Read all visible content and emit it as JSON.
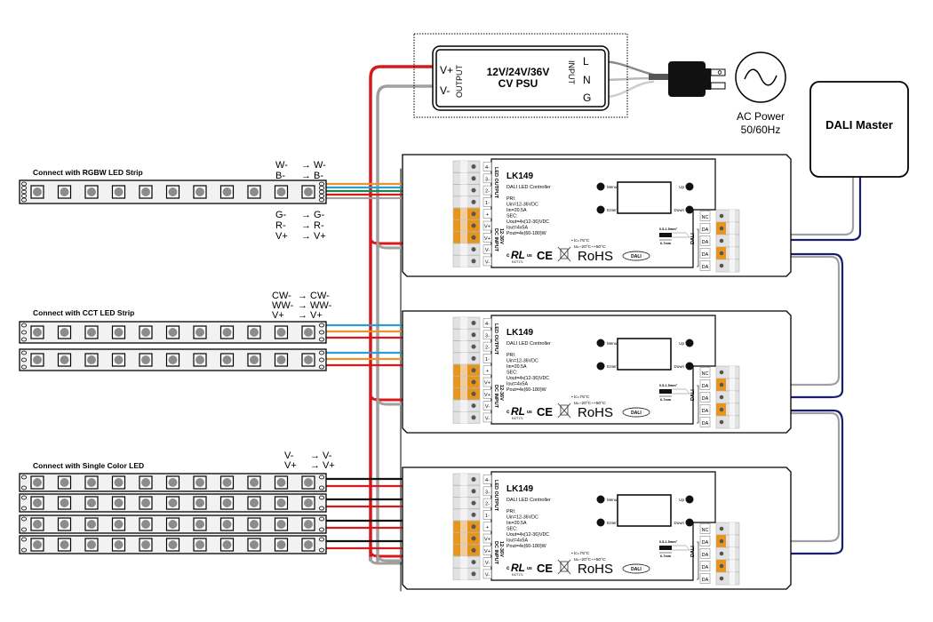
{
  "psu": {
    "title_line1": "12V/24V/36V",
    "title_line2": "CV PSU",
    "output_label": "OUTPUT",
    "input_label": "INPUT",
    "out_pins": [
      "V+",
      "V-"
    ],
    "in_pins": [
      "L",
      "N",
      "G"
    ]
  },
  "ac_power": {
    "line1": "AC Power",
    "line2": "50/60Hz"
  },
  "dali_master": {
    "label": "DALI Master"
  },
  "controllers": [
    {
      "model": "LK149",
      "subtitle": "DALI LED Controller"
    },
    {
      "model": "LK149",
      "subtitle": "DALI LED Controller"
    },
    {
      "model": "LK149",
      "subtitle": "DALI LED Controller"
    }
  ],
  "controller_common": {
    "menu": "Menu",
    "enter": "Enter",
    "up": "Up",
    "down": "Down",
    "specs": [
      "PRI:",
      "Uin=12-36VDC",
      "Iin=20.5A",
      "SEC:",
      "Uout=4x(12-36)VDC",
      "Iout=4x5A",
      "Pout=4x(60-180)W"
    ],
    "temps": [
      "• tc=75°C",
      "ta=-20°C~+50°C"
    ],
    "wire_spec": [
      "0.5-1.5mm²",
      "6-7mm"
    ],
    "left_pins": [
      "4-",
      "3-",
      "2-",
      "1-",
      "+",
      "V+",
      "V+",
      "V-",
      "V-"
    ],
    "led_output_label": "LED OUTPUT",
    "dc_input_label": "DC INPUT",
    "dc_voltage": "12-36V",
    "right_pins": [
      "NC",
      "DA",
      "DA",
      "DA",
      "DA"
    ],
    "dali_label": "DALI",
    "certs": {
      "ul": "c UL us",
      "ce": "CE",
      "rohs": "RoHS",
      "dali": "DALI",
      "ul_num": "E477171"
    }
  },
  "strips": {
    "rgbw": {
      "title": "Connect with RGBW LED Strip",
      "mappings_top": [
        [
          "W-",
          "W-"
        ],
        [
          "B-",
          "B-"
        ]
      ],
      "mappings_bottom": [
        [
          "G-",
          "G-"
        ],
        [
          "R-",
          "R-"
        ],
        [
          "V+",
          "V+"
        ]
      ]
    },
    "cct": {
      "title": "Connect with CCT LED Strip",
      "mappings": [
        [
          "CW-",
          "CW-"
        ],
        [
          "WW-",
          "WW-"
        ],
        [
          "V+",
          "V+"
        ]
      ]
    },
    "single": {
      "title": "Connect with Single Color LED",
      "mappings": [
        [
          "V-",
          "V-"
        ],
        [
          "V+",
          "V+"
        ]
      ]
    }
  },
  "arrow": "→",
  "colors": {
    "red": "#d7191c",
    "gray": "#a0a0a0",
    "orange": "#e8952a",
    "blue": "#2d9bd6",
    "green": "#1a8a4a",
    "navy": "#1b1b72",
    "black": "#111111",
    "terminal_orange": "#e8951e"
  }
}
